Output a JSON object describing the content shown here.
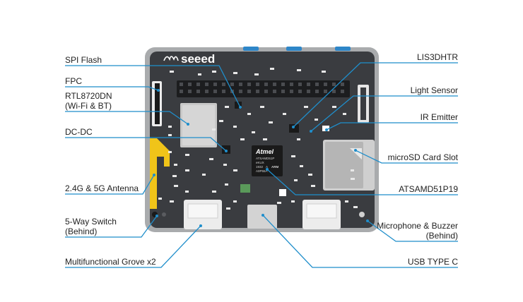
{
  "brand": {
    "logo_text": "seeed"
  },
  "chip": {
    "maker": "Atmel",
    "line1": "ATSAMD51P",
    "line2": "eKUX",
    "line3": "1932",
    "line4": "A",
    "line5": "ARM",
    "line6": "A0P55A"
  },
  "labels": {
    "spi_flash": "SPI Flash",
    "fpc": "FPC",
    "rtl_line1": "RTL8720DN",
    "rtl_line2": "(Wi-Fi & BT)",
    "dc_dc": "DC-DC",
    "antenna": "2.4G & 5G Antenna",
    "switch_line1": "5-Way Switch",
    "switch_line2": "(Behind)",
    "grove": "Multifunctional Grove x2",
    "lis3dhtr": "LIS3DHTR",
    "light_sensor": "Light Sensor",
    "ir_emitter": "IR Emitter",
    "microsd": "microSD Card Slot",
    "atsamd": "ATSAMD51P19",
    "mic_line1": "Microphone & Buzzer",
    "mic_line2": "(Behind)",
    "usb": "USB TYPE C"
  },
  "colors": {
    "leader": "#1f8ecb",
    "board": "#3a3c40",
    "frame": "#a9abad",
    "antenna": "#f0c419",
    "connector": "#ececec"
  }
}
